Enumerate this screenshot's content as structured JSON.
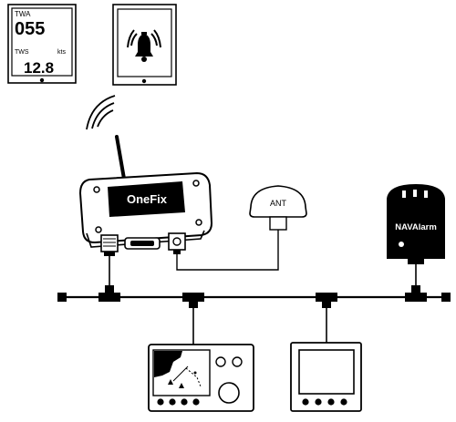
{
  "instrument_display": {
    "top_label": "TWA",
    "top_value": "055",
    "bottom_label": "TWS",
    "bottom_unit": "kts",
    "bottom_value": "12.8"
  },
  "alarm_tablet": {
    "icon": "bell-alarm-icon"
  },
  "onefix_device": {
    "label": "OneFix",
    "icon": "wifi-signal-icon"
  },
  "antenna": {
    "label": "ANT"
  },
  "navalarm_device": {
    "label": "NAVAlarm"
  },
  "chartplotter": {
    "icon": "chart-display-icon"
  },
  "multifunction_display": {
    "icon": "blank-display-icon"
  },
  "colors": {
    "line": "#000000",
    "background": "#ffffff",
    "device_body": "#111111"
  }
}
